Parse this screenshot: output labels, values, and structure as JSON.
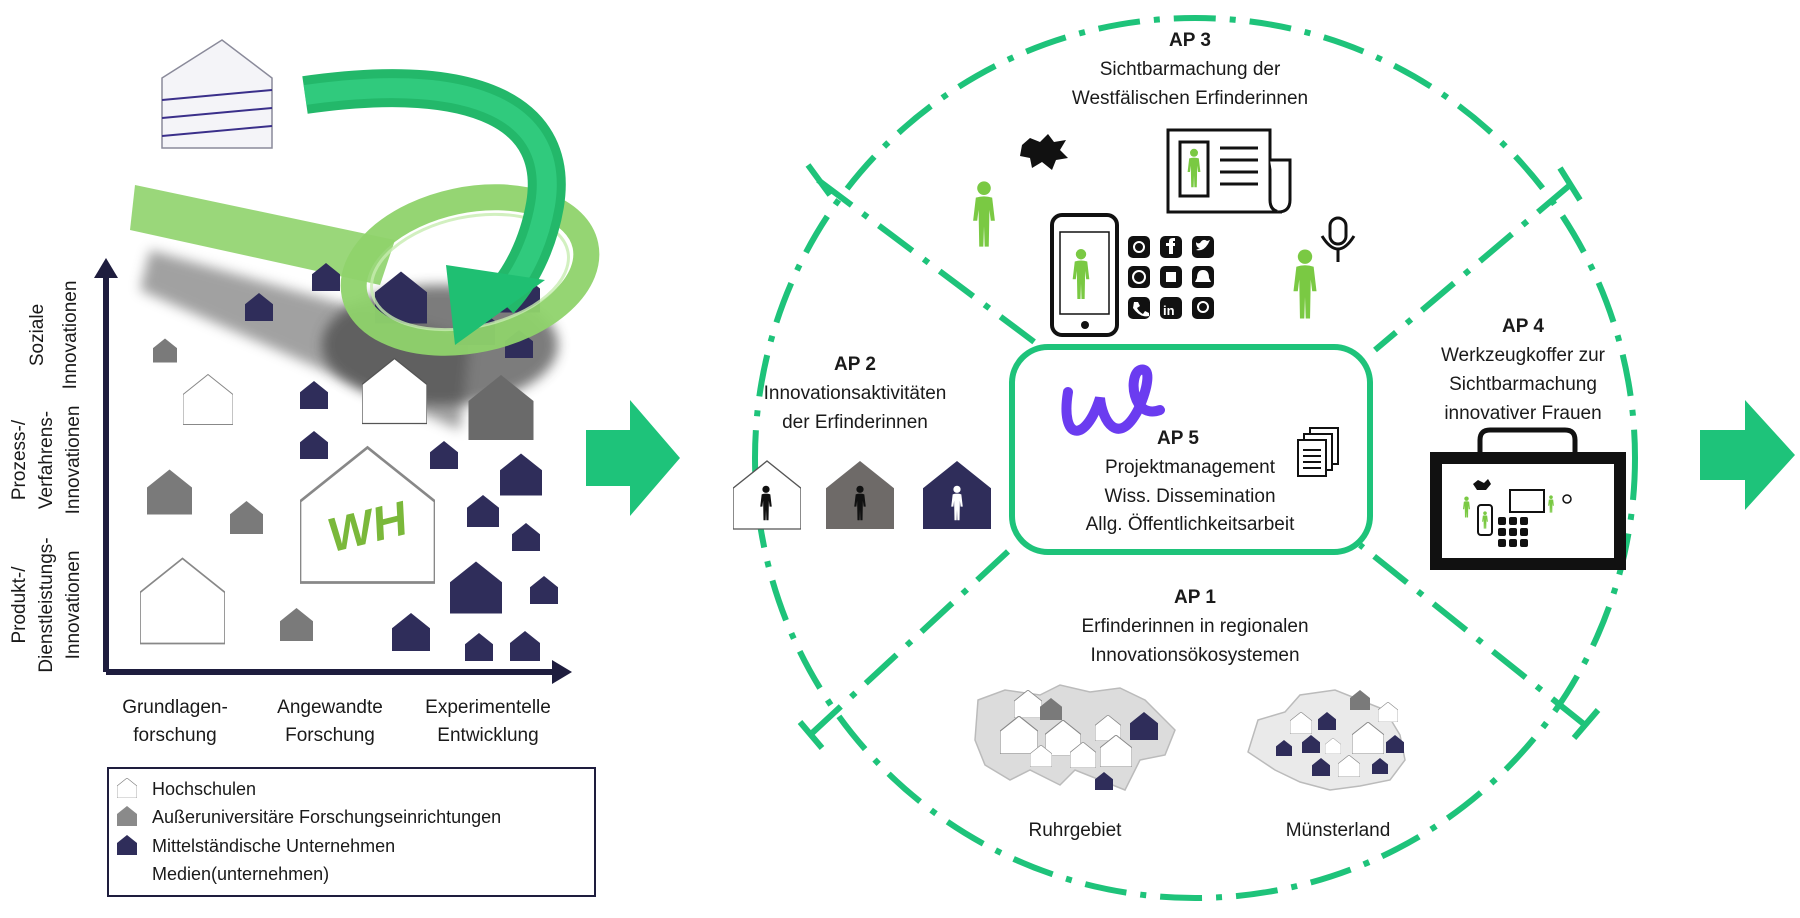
{
  "colors": {
    "green": "#1ec37a",
    "green_light": "#8fd36c",
    "navy": "#2f2d5a",
    "gray": "#7a7a7a",
    "purple": "#6b3cf0"
  },
  "left_panel": {
    "y_categories": [
      [
        "Soziale",
        "Innovationen"
      ],
      [
        "Prozess-/",
        "Verfahrens-",
        "Innovationen"
      ],
      [
        "Produkt-/",
        "Dienstleistungs-",
        "Innovationen"
      ]
    ],
    "x_categories": [
      [
        "Grundlagen-",
        "forschung"
      ],
      [
        "Angewandte",
        "Forschung"
      ],
      [
        "Experimentelle",
        "Entwicklung"
      ]
    ],
    "logo_text": "WH"
  },
  "legend": {
    "items": [
      {
        "label": "Hochschulen",
        "icon": "house-outline-icon"
      },
      {
        "label": "Außeruniversitäre Forschungseinrichtungen",
        "icon": "house-gray-icon"
      },
      {
        "label": "Mittelständische Unternehmen",
        "icon": "house-navy-icon"
      },
      {
        "label": "Medien(unternehmen)",
        "icon": ""
      }
    ]
  },
  "circle": {
    "ap3": {
      "title": "AP 3",
      "lines": [
        "Sichtbarmachung der",
        "Westfälischen Erfinderinnen"
      ]
    },
    "ap2": {
      "title": "AP 2",
      "lines": [
        "Innovationsaktivitäten",
        "der Erfinderinnen"
      ]
    },
    "ap4": {
      "title": "AP 4",
      "lines": [
        "Werkzeugkoffer zur",
        "Sichtbarmachung",
        "innovativer Frauen"
      ]
    },
    "ap5": {
      "title": "AP 5",
      "lines": [
        "Projektmanagement",
        "Wiss. Dissemination",
        "Allg. Öffentlichkeitsarbeit"
      ]
    },
    "ap1": {
      "title": "AP 1",
      "lines": [
        "Erfinderinnen in regionalen",
        "Innovationsökosystemen"
      ]
    },
    "regions": [
      "Ruhrgebiet",
      "Münsterland"
    ]
  }
}
